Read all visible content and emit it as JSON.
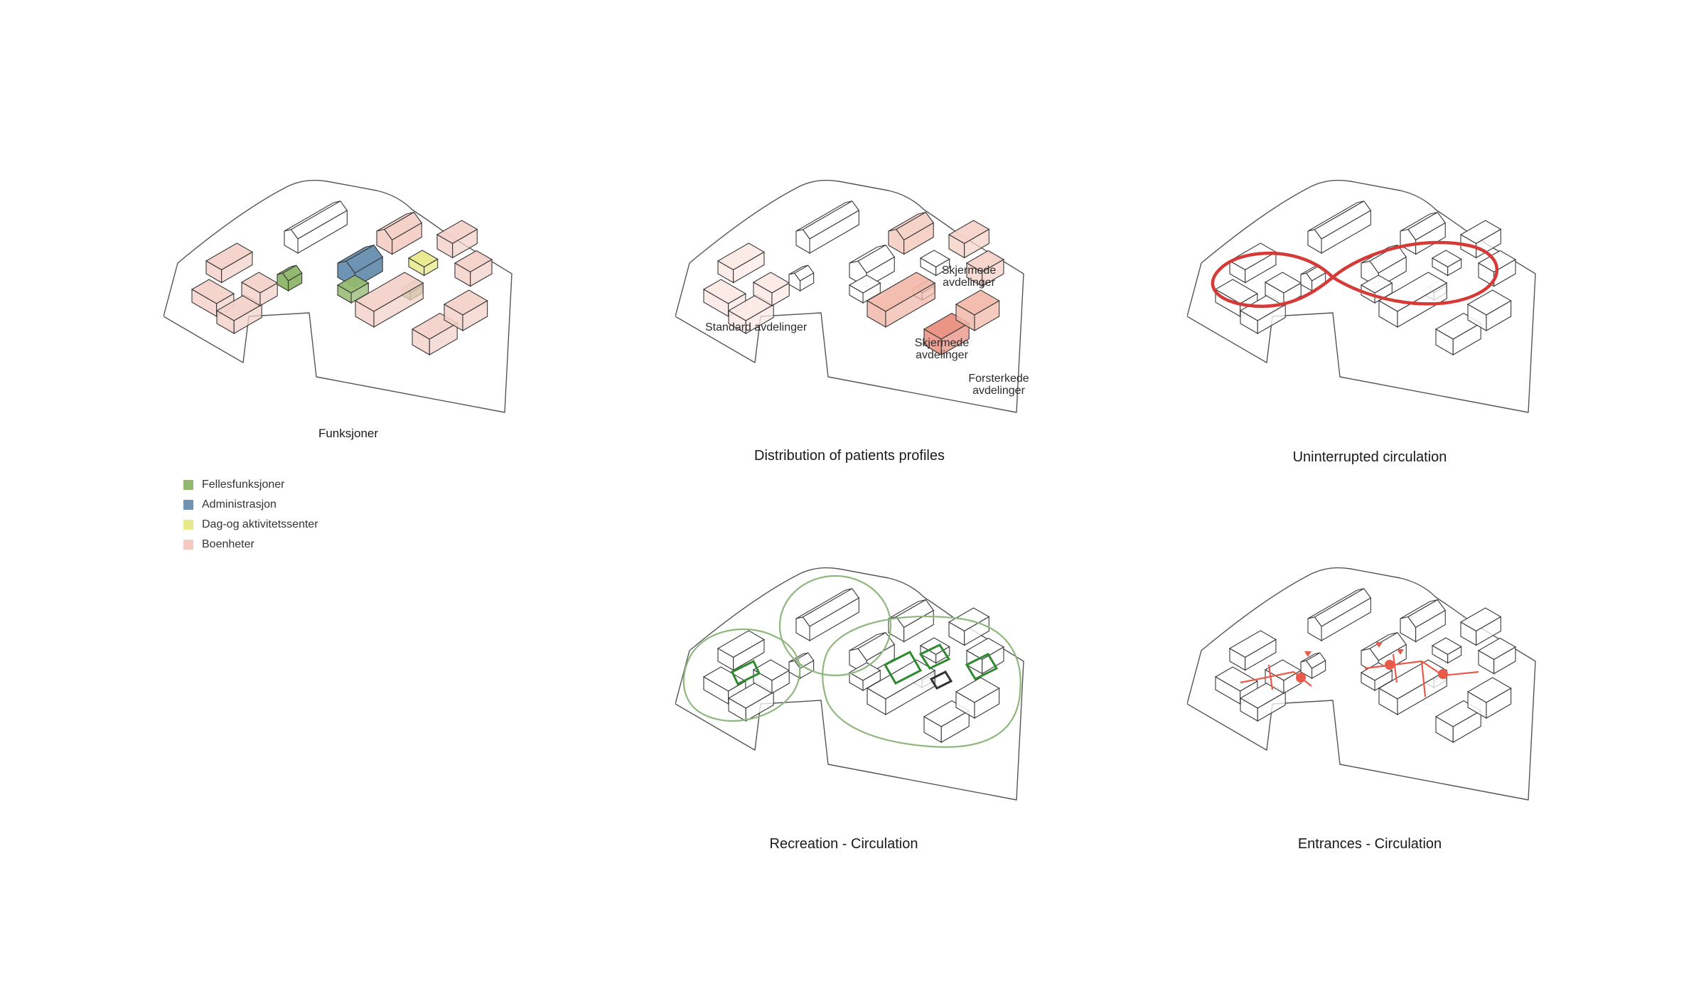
{
  "diagrams": [
    {
      "key": "funksjoner",
      "caption": "Funksjoner"
    },
    {
      "key": "profiles",
      "caption": "Distribution of patients profiles",
      "labels": [
        "Standard avdelinger",
        "Skjermede avdelinger",
        "Skjermede avdelinger",
        "Forsterkede avdelinger"
      ]
    },
    {
      "key": "uninterrupted",
      "caption": "Uninterrupted circulation"
    },
    {
      "key": "recreation",
      "caption": "Recreation - Circulation"
    },
    {
      "key": "entrances",
      "caption": "Entrances - Circulation"
    }
  ],
  "legend": [
    {
      "label": "Fellesfunksjoner",
      "color": "#93b86f"
    },
    {
      "label": "Administrasjon",
      "color": "#6e93b3"
    },
    {
      "label": "Dag-og aktivitetssenter",
      "color": "#e8e98b"
    },
    {
      "label": "Boenheter",
      "color": "#f4c9c1"
    }
  ],
  "colors": {
    "site_outline": "#555555",
    "building_stroke": "#3a3a3a",
    "boenheter": "#f4d2ca",
    "skjermede": "#f2b9ab",
    "forsterkede": "#ea8f80",
    "circulation_red": "#d63a36",
    "entrance_red": "#e85a4a",
    "recreation_green": "#8fb77e",
    "courtyard_green": "#2f8a2f"
  }
}
